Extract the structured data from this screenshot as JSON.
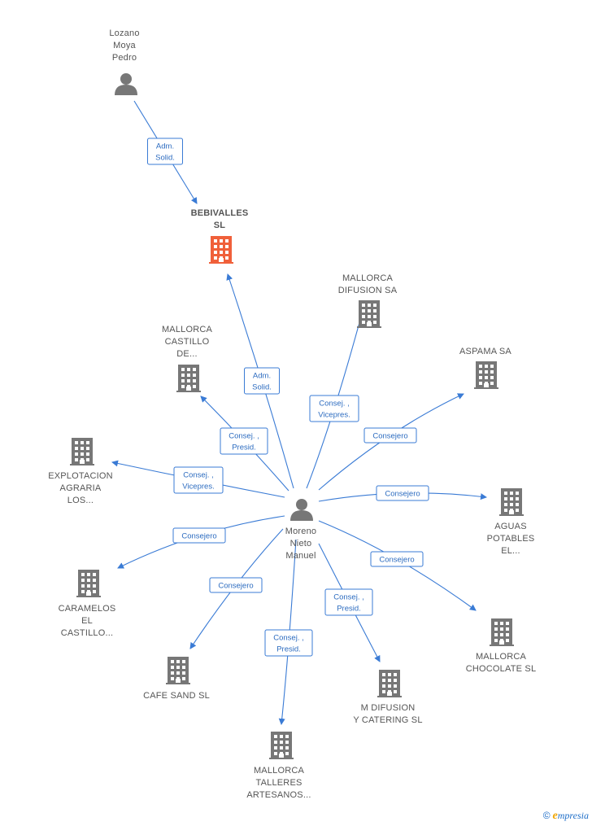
{
  "colors": {
    "edge": "#3a7bd5",
    "company_icon": "#777777",
    "focus_company_icon": "#f0603a",
    "person_icon": "#777777",
    "label_text": "#555555"
  },
  "nodes": [
    {
      "id": "lozano",
      "type": "person",
      "icon": "person-icon",
      "lines": [
        "Lozano",
        "Moya",
        "Pedro"
      ]
    },
    {
      "id": "bebivalles",
      "type": "company",
      "icon": "building-icon",
      "focus": true,
      "lines": [
        "BEBIVALLES",
        "SL"
      ]
    },
    {
      "id": "moreno",
      "type": "person",
      "icon": "person-icon",
      "lines": [
        "Moreno",
        "Nieto",
        "Manuel"
      ]
    },
    {
      "id": "mallorca_difusion",
      "type": "company",
      "icon": "building-icon",
      "lines": [
        "MALLORCA",
        "DIFUSION SA"
      ]
    },
    {
      "id": "mallorca_castillo",
      "type": "company",
      "icon": "building-icon",
      "lines": [
        "MALLORCA",
        "CASTILLO",
        "DE..."
      ]
    },
    {
      "id": "aspama",
      "type": "company",
      "icon": "building-icon",
      "lines": [
        "ASPAMA SA"
      ]
    },
    {
      "id": "explotacion",
      "type": "company",
      "icon": "building-icon",
      "lines": [
        "EXPLOTACION",
        "AGRARIA",
        "LOS..."
      ]
    },
    {
      "id": "aguas",
      "type": "company",
      "icon": "building-icon",
      "lines": [
        "AGUAS",
        "POTABLES",
        "EL..."
      ]
    },
    {
      "id": "caramelos",
      "type": "company",
      "icon": "building-icon",
      "lines": [
        "CARAMELOS",
        "EL",
        "CASTILLO..."
      ]
    },
    {
      "id": "mallorca_chocolate",
      "type": "company",
      "icon": "building-icon",
      "lines": [
        "MALLORCA",
        "CHOCOLATE SL"
      ]
    },
    {
      "id": "cafe_sand",
      "type": "company",
      "icon": "building-icon",
      "lines": [
        "CAFE SAND  SL"
      ]
    },
    {
      "id": "m_difusion",
      "type": "company",
      "icon": "building-icon",
      "lines": [
        "M DIFUSION",
        "Y CATERING SL"
      ]
    },
    {
      "id": "mallorca_talleres",
      "type": "company",
      "icon": "building-icon",
      "lines": [
        "MALLORCA",
        "TALLERES",
        "ARTESANOS..."
      ]
    }
  ],
  "edges": [
    {
      "from": "lozano",
      "to": "bebivalles",
      "label": [
        "Adm.",
        "Solid."
      ]
    },
    {
      "from": "moreno",
      "to": "bebivalles",
      "label": [
        "Adm.",
        "Solid."
      ]
    },
    {
      "from": "moreno",
      "to": "mallorca_difusion",
      "label": [
        "Consej. ,",
        "Vicepres."
      ]
    },
    {
      "from": "moreno",
      "to": "mallorca_castillo",
      "label": [
        "Consej. ,",
        "Presid."
      ]
    },
    {
      "from": "moreno",
      "to": "aspama",
      "label": [
        "Consejero"
      ]
    },
    {
      "from": "moreno",
      "to": "explotacion",
      "label": [
        "Consej. ,",
        "Vicepres."
      ]
    },
    {
      "from": "moreno",
      "to": "aguas",
      "label": [
        "Consejero"
      ]
    },
    {
      "from": "moreno",
      "to": "caramelos",
      "label": [
        "Consejero"
      ]
    },
    {
      "from": "moreno",
      "to": "mallorca_chocolate",
      "label": [
        "Consejero"
      ]
    },
    {
      "from": "moreno",
      "to": "cafe_sand",
      "label": [
        "Consejero"
      ]
    },
    {
      "from": "moreno",
      "to": "m_difusion",
      "label": [
        "Consej. ,",
        "Presid."
      ]
    },
    {
      "from": "moreno",
      "to": "mallorca_talleres",
      "label": [
        "Consej. ,",
        "Presid."
      ]
    }
  ],
  "watermark": {
    "symbol": "©",
    "brand_initial": "e",
    "brand_rest": "mpresia"
  }
}
